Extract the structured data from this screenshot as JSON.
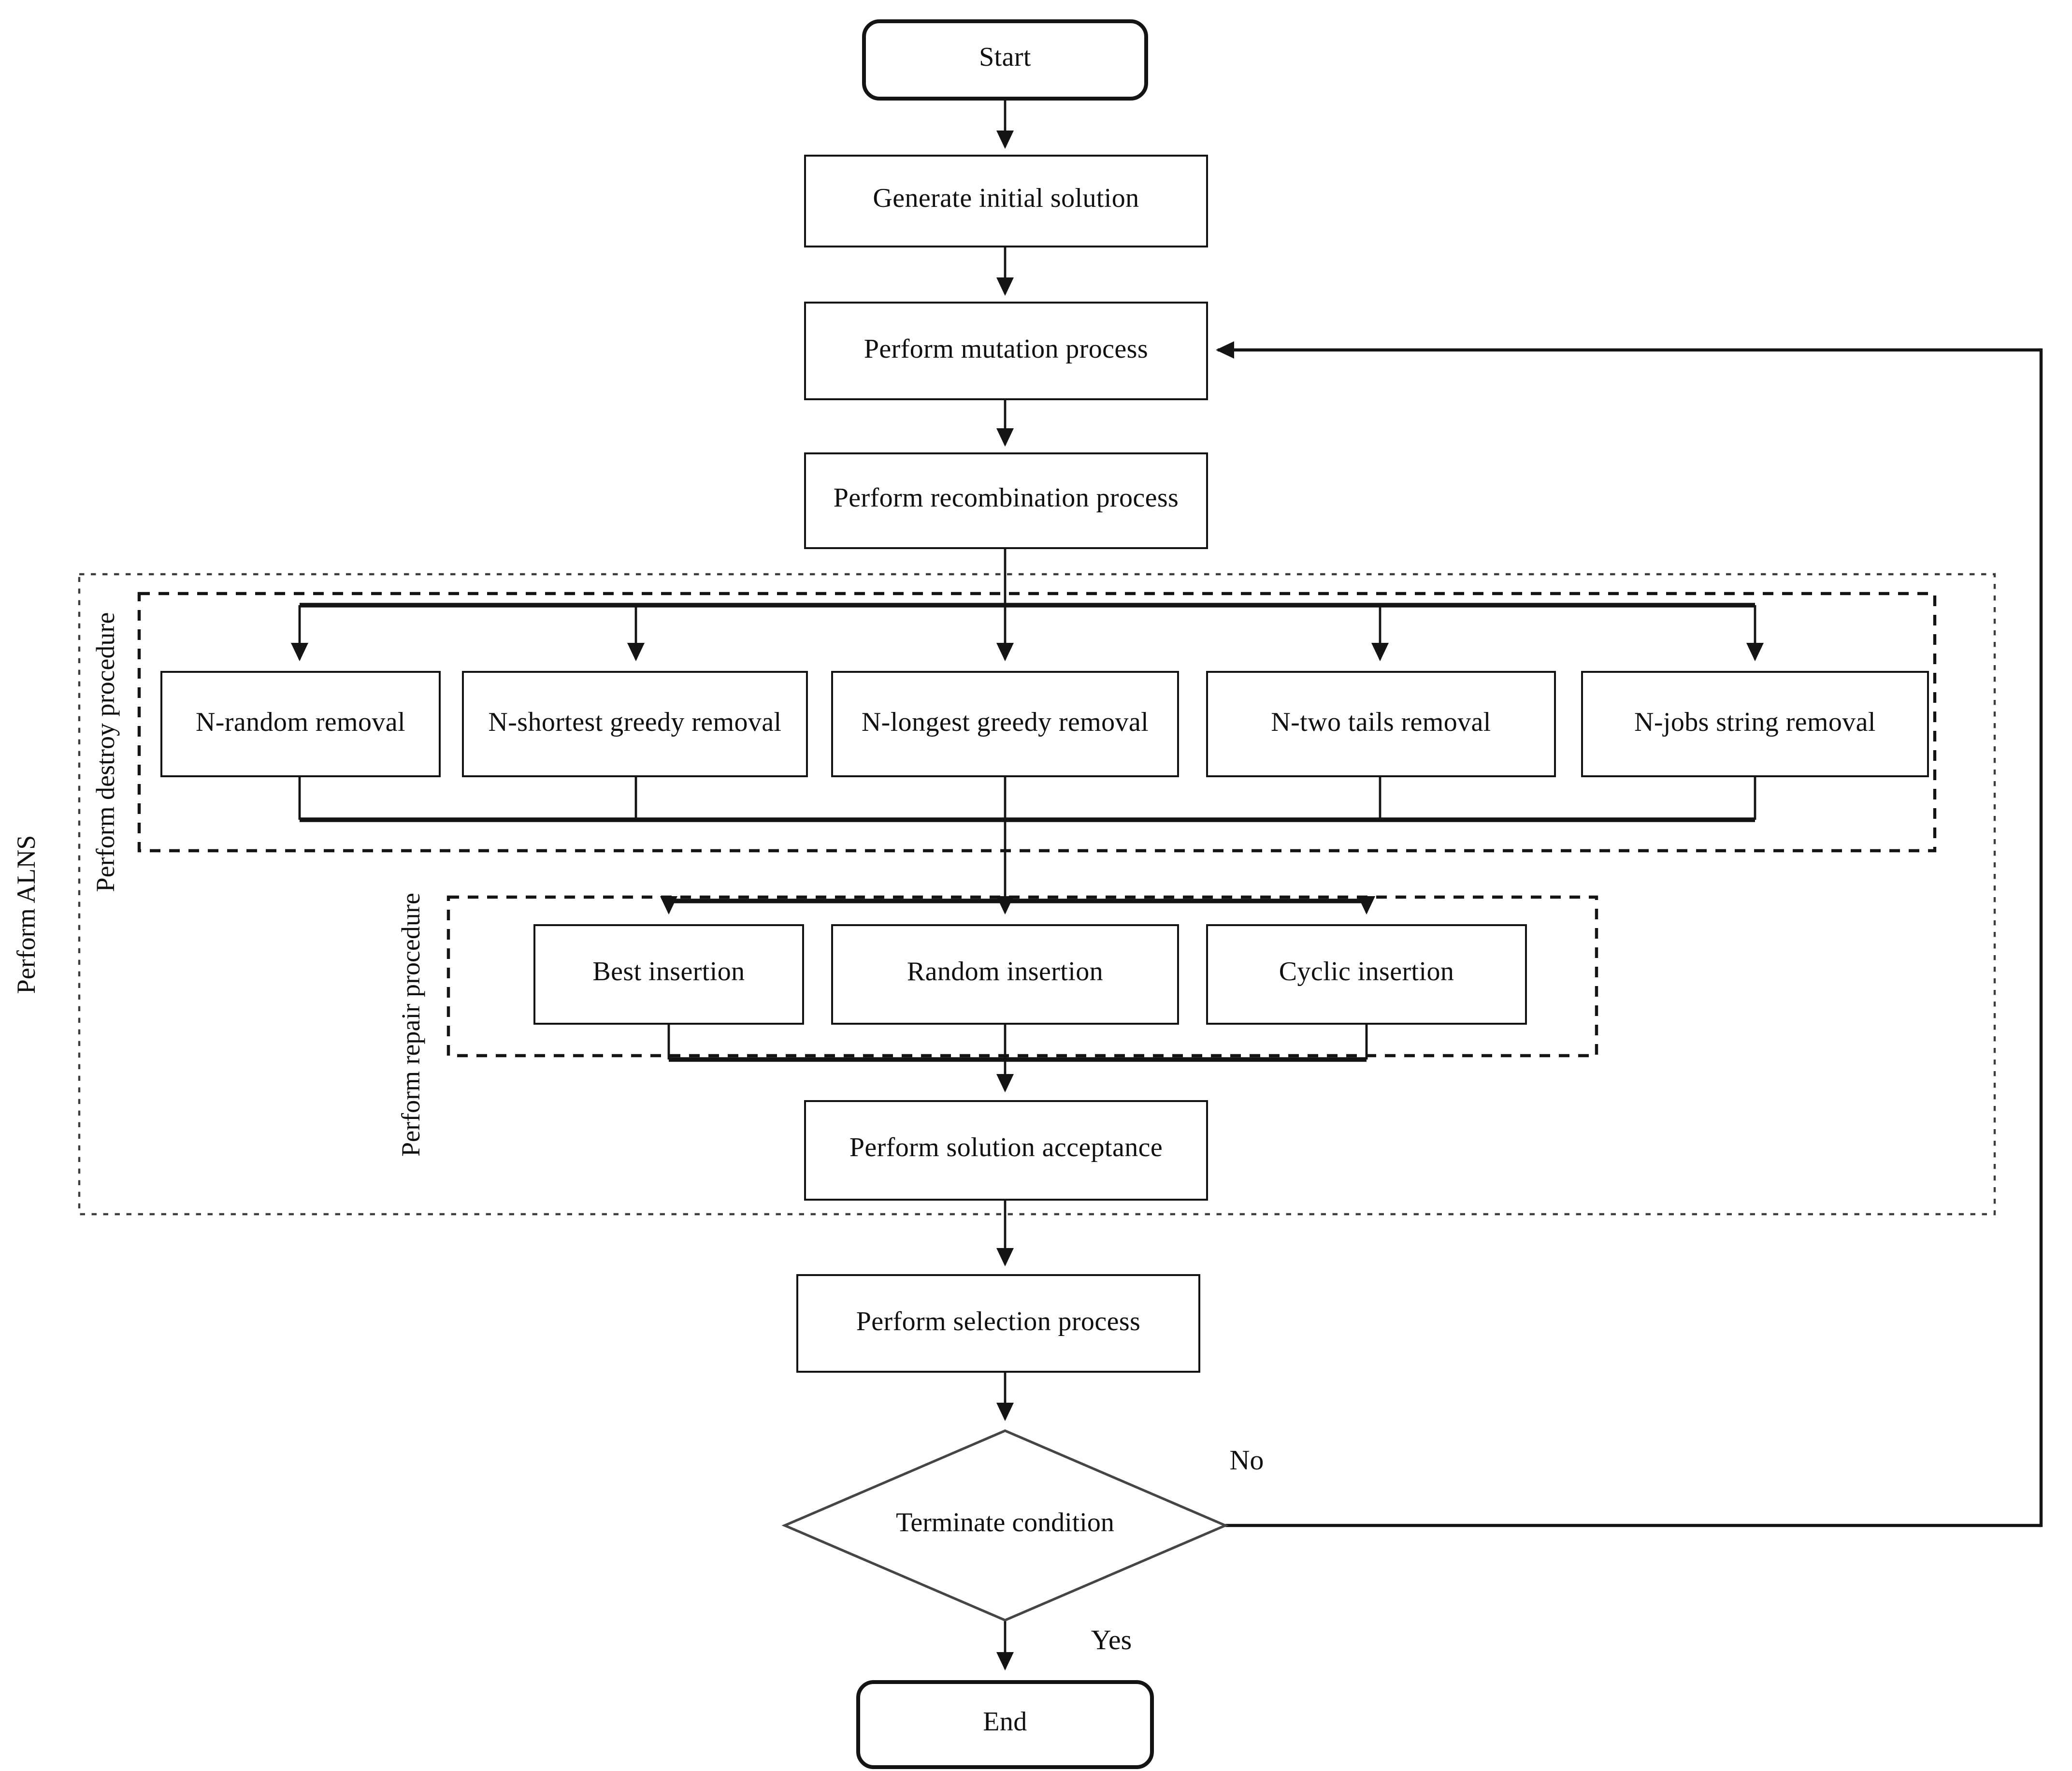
{
  "diagram": {
    "title_hint": "ALNS memetic algorithm flowchart",
    "nodes": {
      "start": "Start",
      "generate": "Generate initial solution",
      "mutation": "Perform mutation process",
      "recombination": "Perform recombination process",
      "acceptance": "Perform solution acceptance",
      "selection": "Perform selection process",
      "terminate": "Terminate condition",
      "end": "End"
    },
    "destroy_ops": [
      "N-random removal",
      "N-shortest greedy removal",
      "N-longest greedy removal",
      "N-two tails removal",
      "N-jobs string removal"
    ],
    "repair_ops": [
      "Best insertion",
      "Random insertion",
      "Cyclic insertion"
    ],
    "groups": {
      "alns": "Perform ALNS",
      "destroy": "Perform  destroy procedure",
      "repair": "Perform  repair procedure"
    },
    "edge_labels": {
      "no": "No",
      "yes": "Yes"
    },
    "colors": {
      "line": "#141414",
      "box_border": "#141414",
      "box_bg": "#ffffff",
      "text": "#10100e"
    }
  }
}
